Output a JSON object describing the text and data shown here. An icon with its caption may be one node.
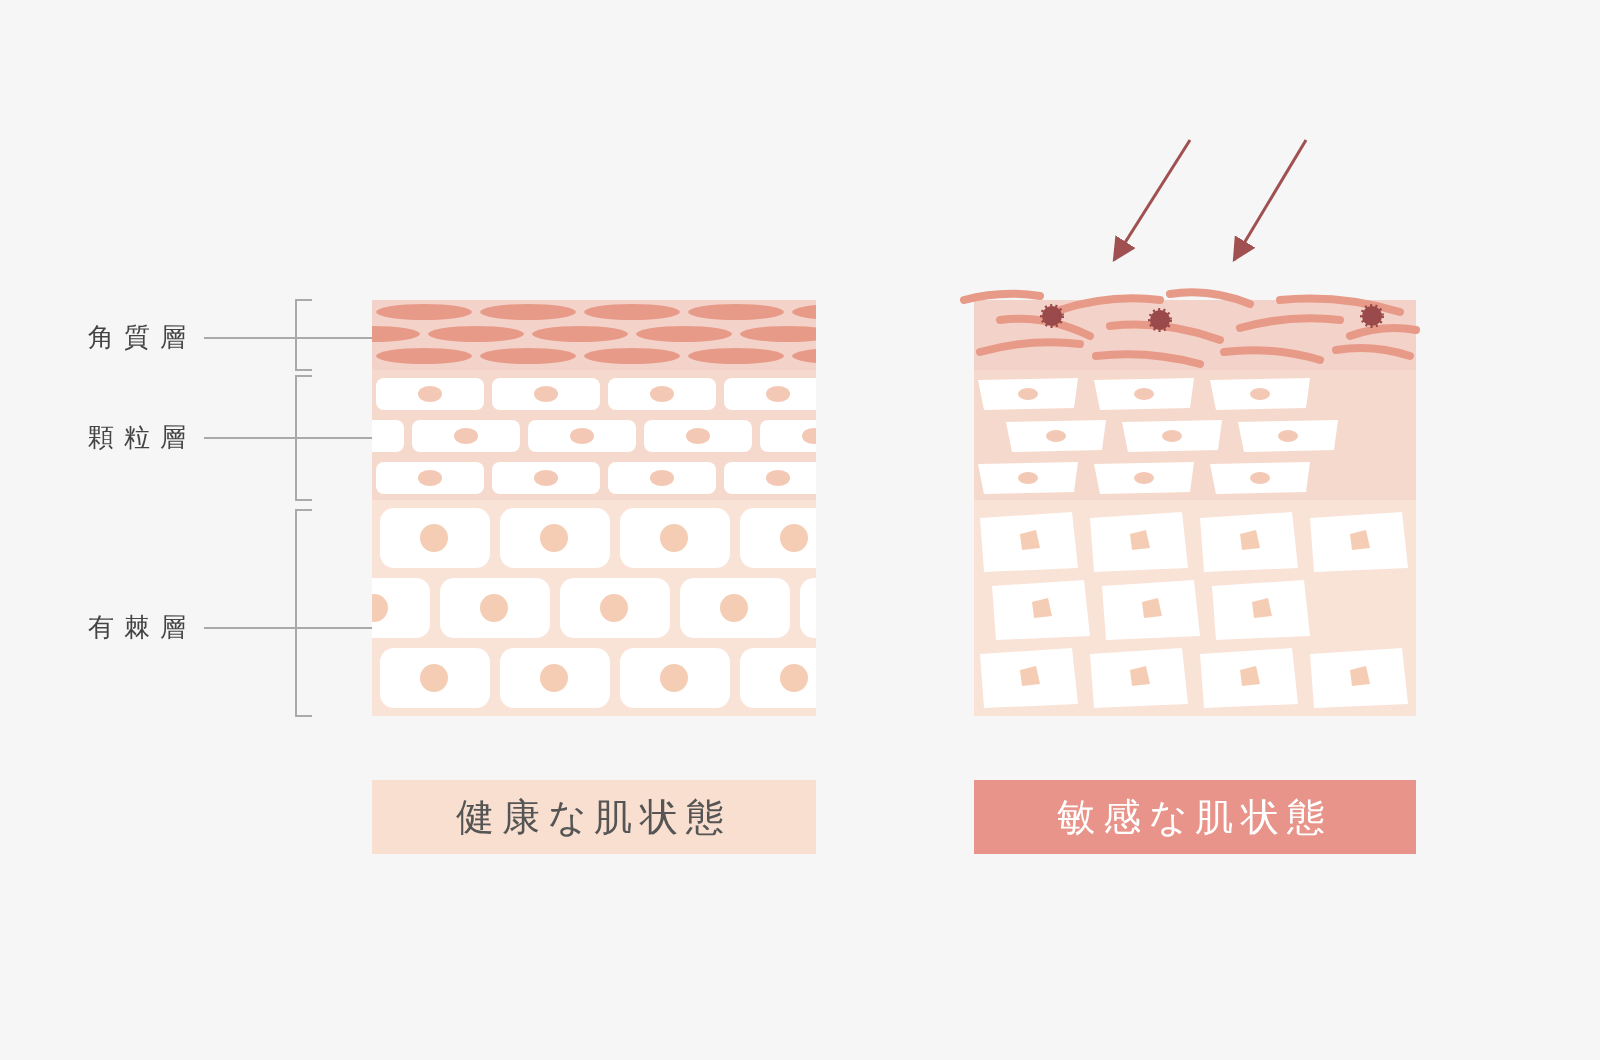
{
  "diagram": {
    "nodes": [
      {
        "text": [
          "角質層"
        ]
      },
      {
        "text": [
          "顆粒層"
        ]
      },
      {
        "text": [
          "有棘層"
        ]
      },
      {
        "text": [],
        "shape": "bar"
      },
      {
        "text": [],
        "shape": "bar"
      },
      {
        "text": [],
        "shape": "bar"
      },
      {
        "text": [
          "健康な肌状態"
        ]
      },
      {
        "text": [
          "敏感な肌状態"
        ]
      }
    ],
    "edges": [
      {
        "from": 0,
        "to": 3,
        "arrow": "none"
      },
      {
        "from": 1,
        "to": 4,
        "arrow": "none"
      },
      {
        "from": 2,
        "to": 5,
        "arrow": "none"
      }
    ]
  }
}
